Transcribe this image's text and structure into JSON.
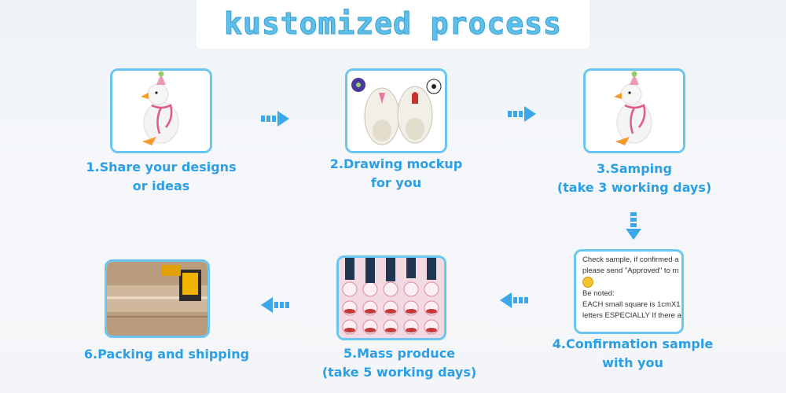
{
  "title": "kustomized process",
  "steps": [
    {
      "label_line1": "1.Share your designs",
      "label_line2": "or ideas"
    },
    {
      "label_line1": "2.Drawing mockup",
      "label_line2": "for you"
    },
    {
      "label_line1": "3.Samping",
      "label_line2": "(take 3 working days)"
    },
    {
      "label_line1": "4.Confirmation sample",
      "label_line2": "with you"
    },
    {
      "label_line1": "5.Mass produce",
      "label_line2": "(take 5 working days)"
    },
    {
      "label_line1": "6.Packing and shipping",
      "label_line2": ""
    }
  ],
  "confirmation_note": {
    "line1": "Check sample, if confirmed a",
    "line2": "please send \"Approved\" to m",
    "line3": "Be noted:",
    "line4": "EACH small square is 1cmX1",
    "line5": "letters ESPECIALLY If there a"
  },
  "colors": {
    "accent": "#2b9fe6",
    "border": "#68c6f1",
    "title": "#5ec0ea"
  },
  "icons": [
    "duck-charm-image",
    "clog-mockup-image",
    "duck-sample-image",
    "production-image",
    "packing-image",
    "arrow-right-icon",
    "arrow-down-icon",
    "arrow-left-icon"
  ]
}
